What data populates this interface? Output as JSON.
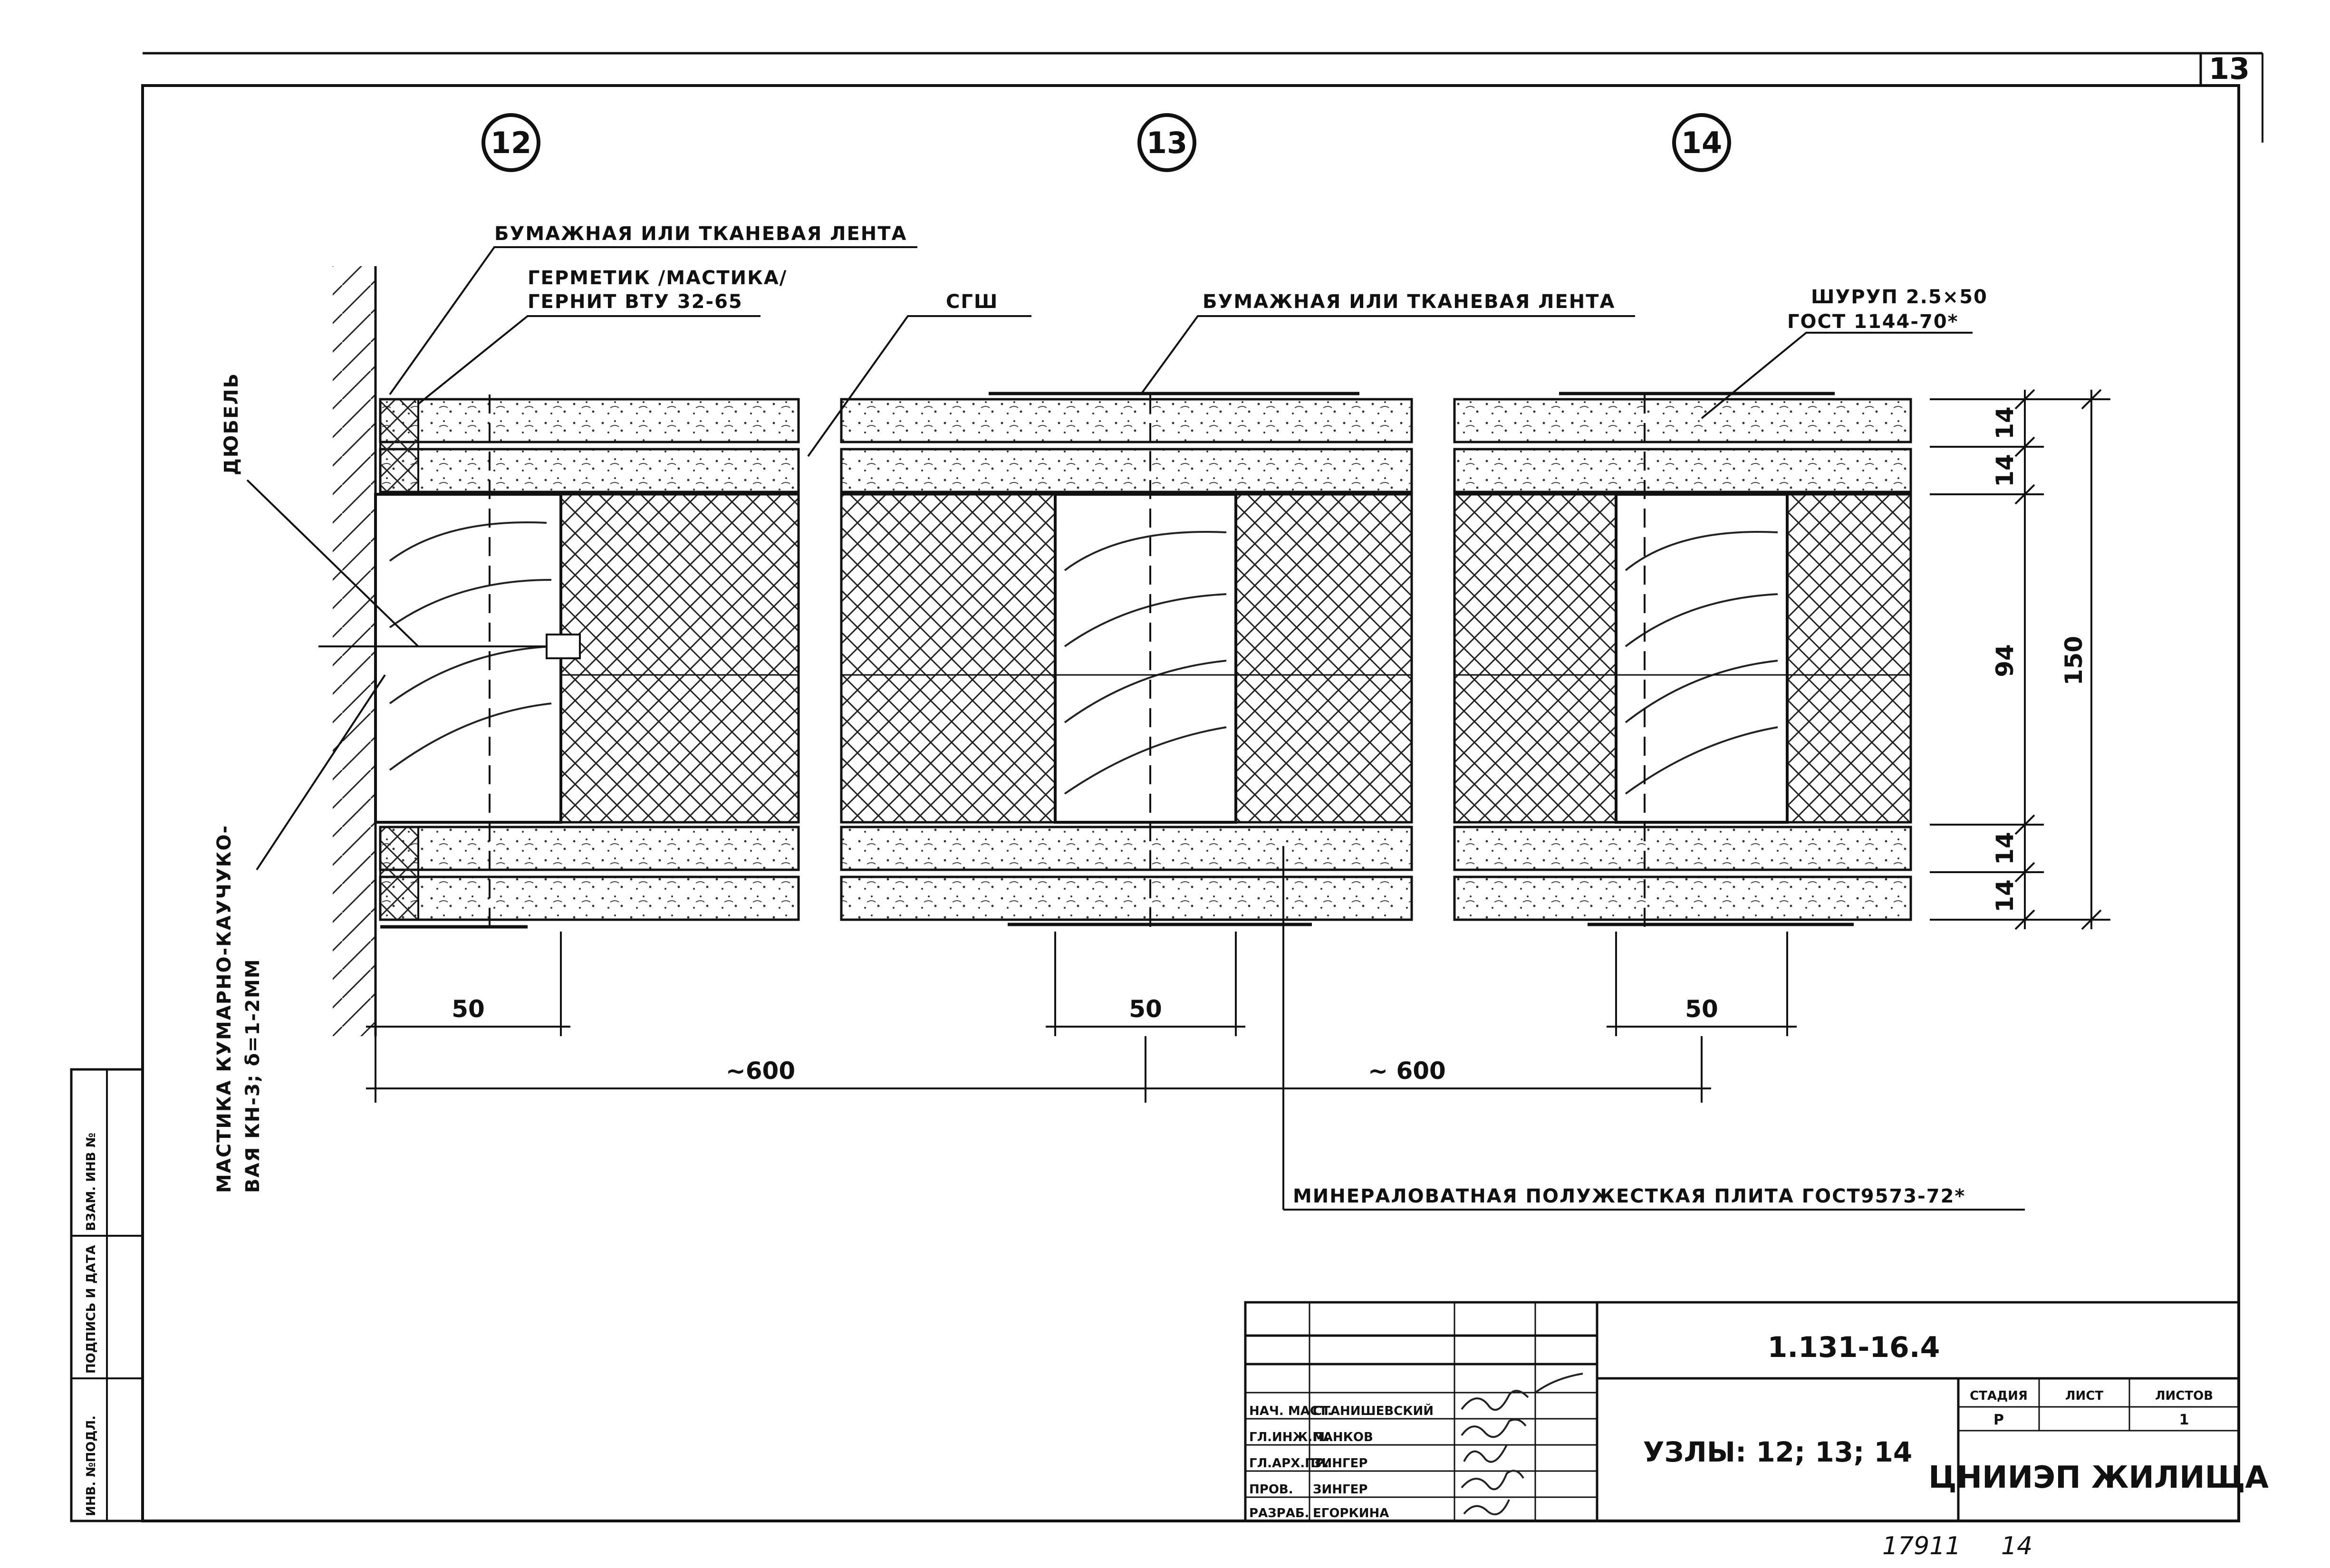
{
  "sheet_number": "13",
  "nodes": [
    {
      "label": "12"
    },
    {
      "label": "13"
    },
    {
      "label": "14"
    }
  ],
  "labels": {
    "tape_left": "БУМАЖНАЯ ИЛИ ТКАНЕВАЯ ЛЕНТА",
    "sealant_1": "ГЕРМЕТИК /МАСТИКА/",
    "sealant_2": "ГЕРНИТ ВТУ 32-65",
    "sgsh": "СГШ",
    "tape_middle": "БУМАЖНАЯ ИЛИ ТКАНЕВАЯ ЛЕНТА",
    "screw_1": "ШУРУП 2.5×50",
    "screw_2": "ГОСТ 1144-70*",
    "dowel": "ДЮБЕЛЬ",
    "mastic_1": "МАСТИКА КУМАРНО-КАУЧУКО-",
    "mastic_2": "ВАЯ КН-3; δ=1-2ММ",
    "mineral": "МИНЕРАЛОВАТНАЯ ПОЛУЖЕСТКАЯ ПЛИТА ГОСТ9573-72*"
  },
  "dimensions": {
    "layer_1": "14",
    "layer_2": "14",
    "core": "94",
    "layer_3": "14",
    "layer_4": "14",
    "total": "150",
    "overlap_1": "50",
    "overlap_2": "50",
    "overlap_3": "50",
    "span_1": "~600",
    "span_2": "~ 600"
  },
  "left_stamp": {
    "inv_podl": "ИНВ. №ПОДЛ.",
    "podpis": "ПОДПИСЬ И ДАТА",
    "vzam": "ВЗАМ. ИНВ №"
  },
  "title_block": {
    "code": "1.131-16.4",
    "title": "УЗЛЫ: 12; 13; 14",
    "headers": {
      "stage": "СТАДИЯ",
      "sheet": "ЛИСТ",
      "sheets": "ЛИСТОВ"
    },
    "values": {
      "stage": "Р",
      "sheet": "",
      "sheets": "1"
    },
    "organization": "ЦНИИЭП ЖИЛИЩА",
    "people": [
      {
        "role": "НАЧ. МАСТ.",
        "name": "СТАНИШЕВСКИЙ"
      },
      {
        "role": "ГЛ.ИНЖ.М.",
        "name": "ПАНКОВ"
      },
      {
        "role": "ГЛ.АРХ.ПР.",
        "name": "ЗИНГЕР"
      },
      {
        "role": "ПРОВ.",
        "name": "ЗИНГЕР"
      },
      {
        "role": "РАЗРАБ.",
        "name": "ЕГОРКИНА"
      }
    ]
  },
  "footer": {
    "archive": "17911",
    "page": "14"
  }
}
